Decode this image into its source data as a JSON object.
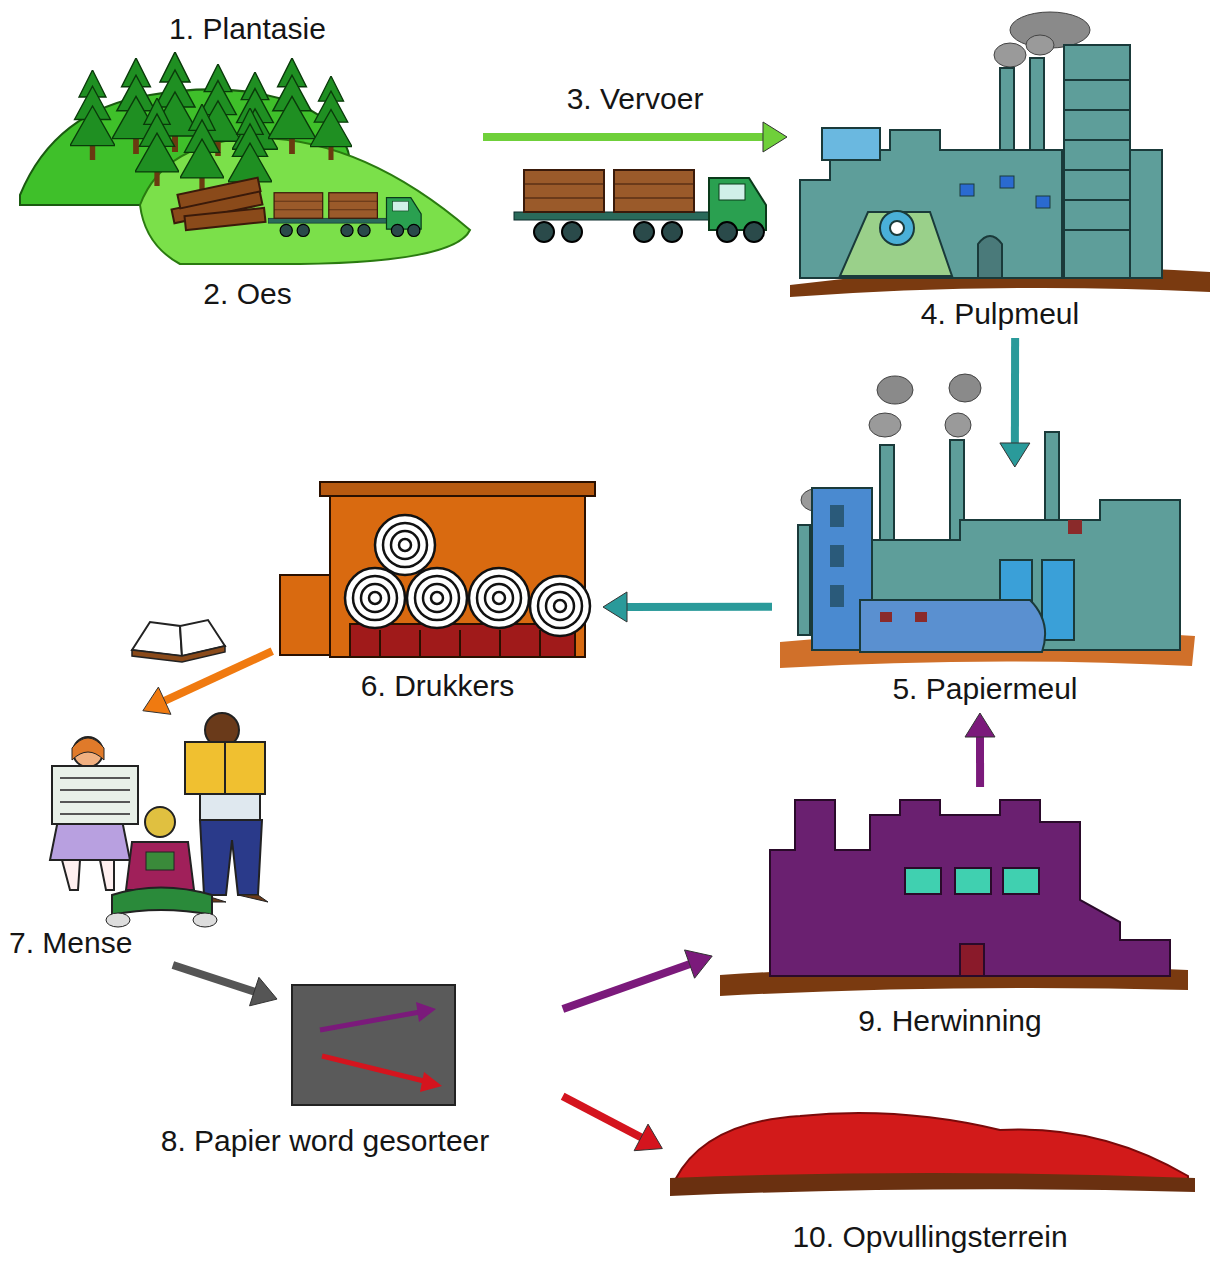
{
  "diagram": {
    "nodes": [
      {
        "text": [
          "1. Plantasie",
          "2. Oes"
        ]
      },
      {
        "text": [
          "4. Pulpmeul"
        ]
      },
      {
        "text": [
          "5. Papiermeul"
        ]
      },
      {
        "text": [
          "6. Drukkers"
        ]
      },
      {
        "text": [
          "7. Mense"
        ]
      },
      {
        "text": [
          "8. Papier word gesorteer"
        ]
      },
      {
        "text": [
          "9. Herwinning"
        ]
      },
      {
        "text": [
          "10. Opvullingsterrein"
        ]
      }
    ],
    "edges": [
      {
        "from": 0,
        "to": 1,
        "label": "3. Vervoer",
        "arrow": "to"
      },
      {
        "from": 1,
        "to": 2,
        "arrow": "to"
      },
      {
        "from": 2,
        "to": 3,
        "arrow": "to"
      },
      {
        "from": 3,
        "to": 4,
        "arrow": "to"
      },
      {
        "from": 4,
        "to": 5,
        "arrow": "to"
      },
      {
        "from": 5,
        "to": 6,
        "arrow": "to"
      },
      {
        "from": 5,
        "to": 7,
        "arrow": "to"
      },
      {
        "from": 6,
        "to": 2,
        "arrow": "to"
      }
    ]
  }
}
